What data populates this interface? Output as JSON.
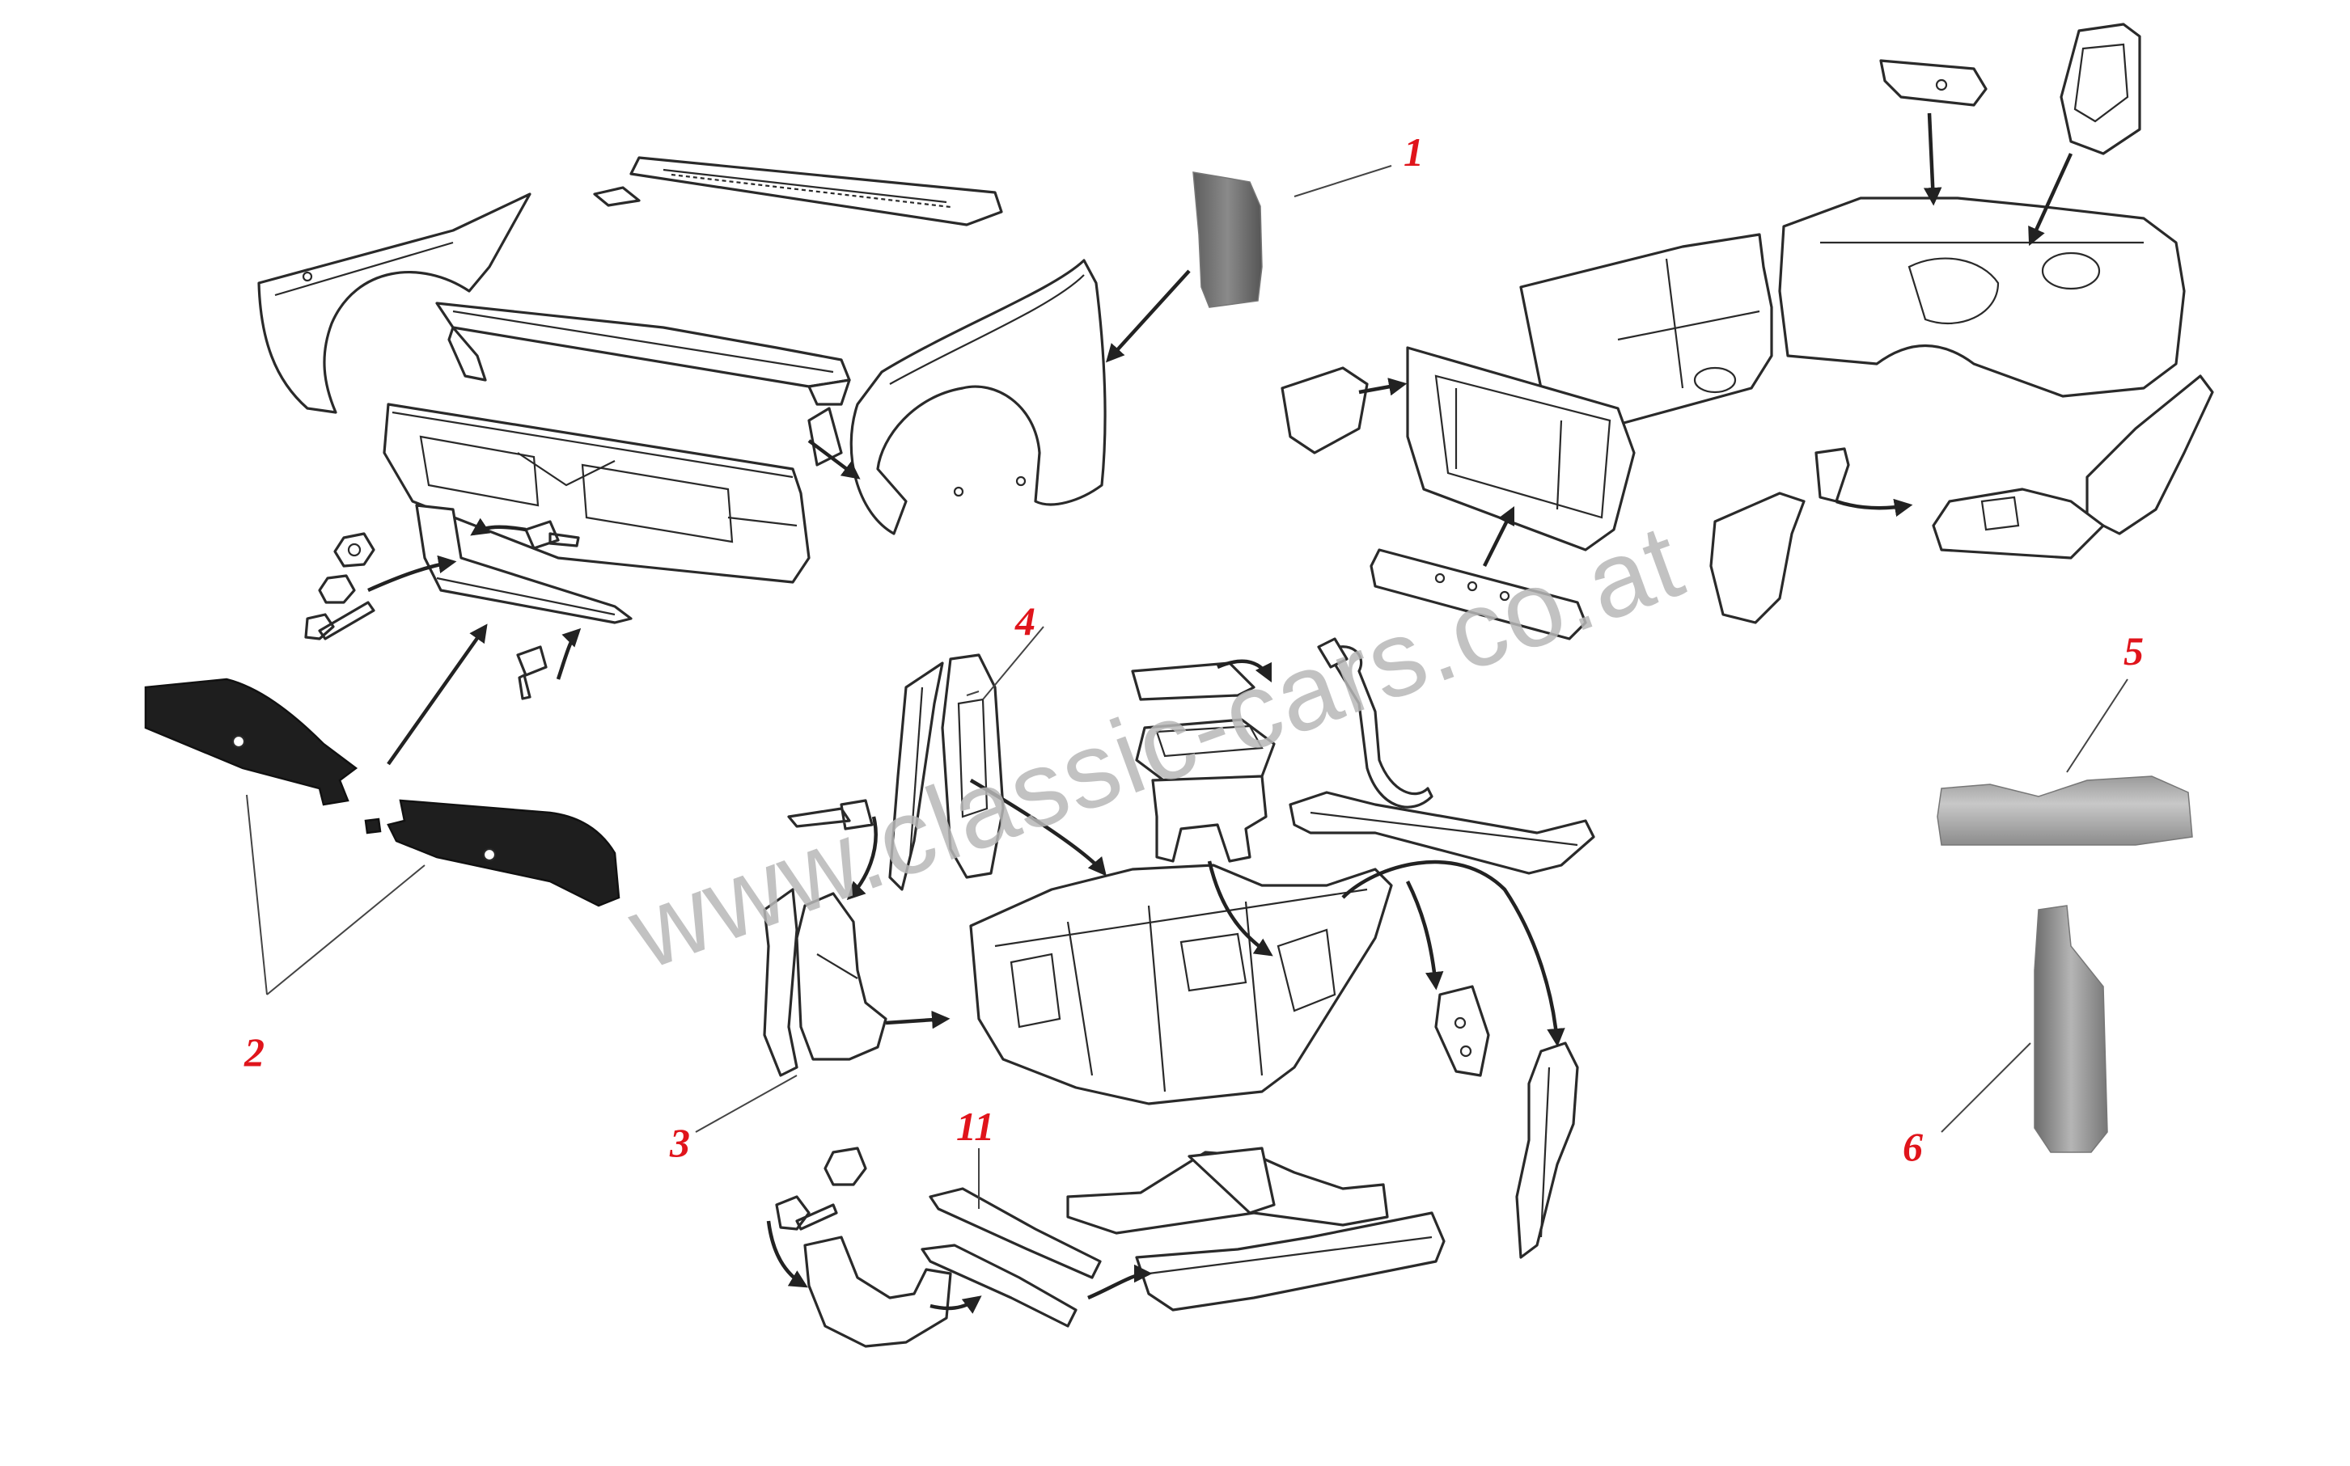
{
  "watermark": "www.classic-cars.co.at",
  "callouts": [
    {
      "id": "1",
      "label": "1"
    },
    {
      "id": "2",
      "label": "2"
    },
    {
      "id": "3",
      "label": "3"
    },
    {
      "id": "4",
      "label": "4"
    },
    {
      "id": "5",
      "label": "5"
    },
    {
      "id": "6",
      "label": "6"
    },
    {
      "id": "11",
      "label": "11"
    }
  ],
  "colors": {
    "callout": "#e0141b",
    "linework": "#2a2a2a",
    "highlighted_part": "#1e1e1e",
    "watermark": "#b8b8b8"
  }
}
